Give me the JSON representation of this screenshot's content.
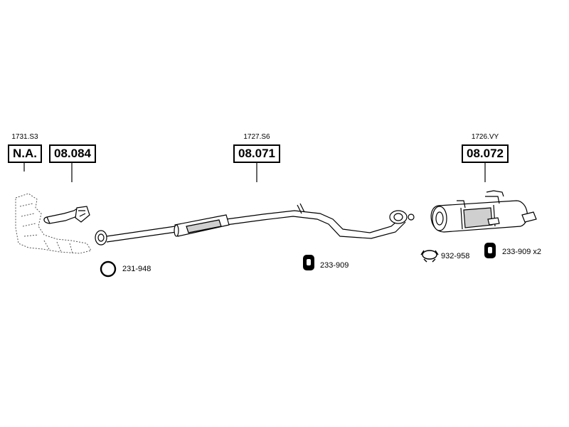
{
  "parts": {
    "p1": {
      "ref": "1731.S3",
      "code": "N.A."
    },
    "p2": {
      "code": "08.084"
    },
    "p3": {
      "ref": "1727.S6",
      "code": "08.071"
    },
    "p4": {
      "ref": "1726.VY",
      "code": "08.072"
    }
  },
  "accessories": {
    "ring": "231-948",
    "hanger_mid": "233-909",
    "clamp": "932-958",
    "hanger_rear": "233-909 x2"
  },
  "colors": {
    "line": "#000000",
    "pipe_fill": "#ffffff",
    "shade": "#cfcfcf"
  }
}
